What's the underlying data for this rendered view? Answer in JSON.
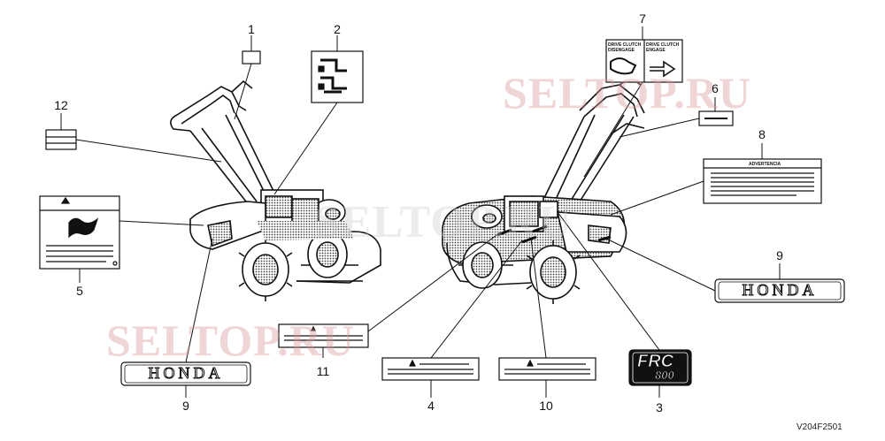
{
  "watermarks": [
    "SELTOP.RU",
    "SELTOP.RU",
    "SELTOP.RU"
  ],
  "callouts": [
    "1",
    "2",
    "3",
    "4",
    "5",
    "6",
    "7",
    "8",
    "9",
    "9",
    "10",
    "11",
    "12"
  ],
  "drawing_code": "V204F2501",
  "labels": {
    "honda_text": "HONDA",
    "advertencia": "ADVERTENCIA",
    "drive_clutch_disengage": "DRIVE CLUTCH DISENGAGE",
    "drive_clutch_engage": "DRIVE CLUTCH ENGAGE",
    "frc_text": "FRC",
    "frc_model": "800"
  }
}
